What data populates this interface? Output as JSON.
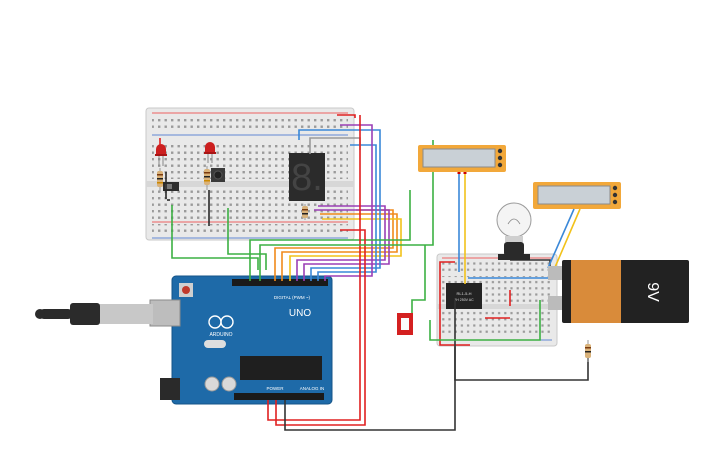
{
  "components": {
    "breadboard_main": {
      "type": "breadboard"
    },
    "breadboard_small": {
      "type": "breadboard"
    },
    "arduino": {
      "board_name": "UNO",
      "brand_text": "ARDUINO",
      "digital_label": "DIGITAL (PWM ~)",
      "power_label": "POWER",
      "analog_label": "ANALOG IN",
      "colors": {
        "pcb": "#1e6aa8",
        "pcb_dark": "#155488"
      }
    },
    "seven_segment": {
      "digit": "8."
    },
    "battery": {
      "label": "9V",
      "colors": {
        "body": "#222222",
        "cap": "#d98b3a"
      }
    },
    "relay": {
      "label_line1": "RL1-5-H",
      "label_line2": "1H 250V AC"
    },
    "lamp": {
      "type": "incandescent-bulb"
    },
    "led_1": {
      "color": "#cc1f1f"
    },
    "led_2": {
      "color": "#cc1f1f"
    },
    "pushbutton": {
      "type": "tactile-switch"
    },
    "slide_switch": {
      "color": "#d42020"
    },
    "multimeter_1": {
      "display": "",
      "color": "#f2a83a"
    },
    "multimeter_2": {
      "display": "",
      "color": "#f2a83a"
    },
    "usb_cable": {
      "type": "usb-b"
    }
  },
  "wire_colors": {
    "red": "#e02020",
    "black": "#333333",
    "green": "#3cb043",
    "blue": "#3a88d8",
    "orange": "#f08a1c",
    "purple": "#9b3fb5",
    "yellow": "#f2c21a",
    "grey": "#9a9a9a"
  }
}
